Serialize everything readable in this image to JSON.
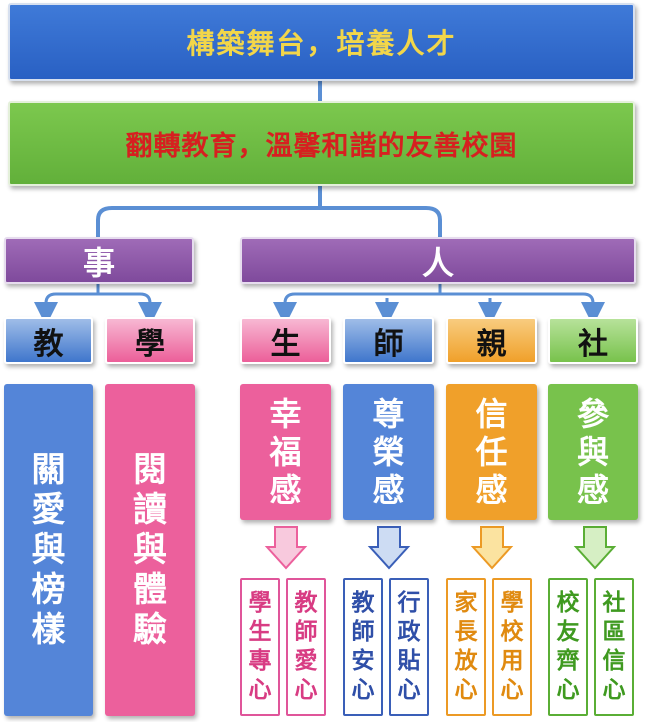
{
  "title": "構築舞台，培養人才",
  "subtitle": "翻轉教育，溫馨和諧的友善校園",
  "categories": {
    "left": "事",
    "right": "人"
  },
  "headers": [
    "教",
    "學",
    "生",
    "師",
    "親",
    "社"
  ],
  "left_columns": [
    "關愛與榜樣",
    "閱讀與體驗"
  ],
  "values": [
    "幸福感",
    "尊榮感",
    "信任感",
    "參與感"
  ],
  "small_boxes": [
    [
      "學生專心",
      "教師愛心"
    ],
    [
      "教師安心",
      "行政貼心"
    ],
    [
      "家長放心",
      "學校用心"
    ],
    [
      "校友齊心",
      "社區信心"
    ]
  ],
  "colors": {
    "top_banner": "#2f67c9",
    "top_text": "#f2d64a",
    "sub_banner": "#6db844",
    "sub_text": "#d62020",
    "category": "#8a57a6",
    "blue": "#5485d8",
    "pink": "#ec609c",
    "orange": "#f0a02a",
    "green": "#78c24c"
  }
}
